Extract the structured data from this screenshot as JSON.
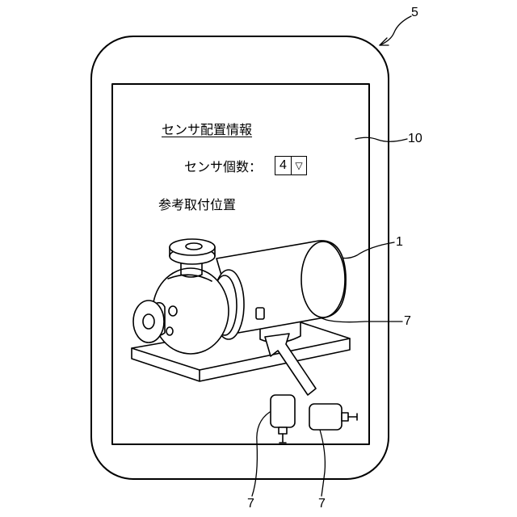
{
  "device": {
    "reference_number": "5",
    "screen": {
      "reference_number": "10",
      "title": "センサ配置情報",
      "sensor_count": {
        "label": "センサ個数：",
        "value": "4",
        "dropdown_symbol": "▽"
      },
      "reference_position_label": "参考取付位置",
      "illustration": {
        "pump_reference_number": "1",
        "mounted_sensor_reference_number": "7",
        "sensor_option_reference_numbers": [
          "7",
          "7"
        ]
      }
    }
  }
}
